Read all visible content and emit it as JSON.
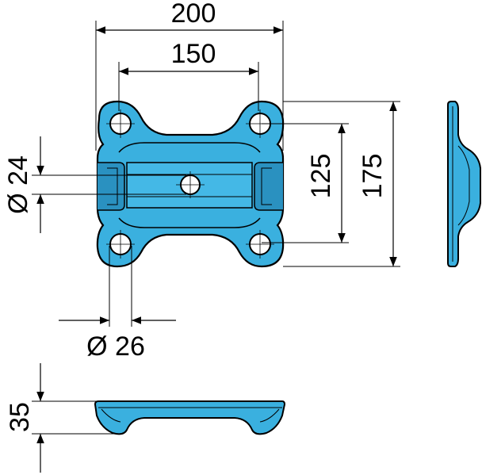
{
  "dimensions": {
    "overall_width": "200",
    "hole_spacing_x": "150",
    "hole_spacing_y": "125",
    "overall_height": "175",
    "center_hole_diameter": "Ø 24",
    "corner_hole_diameter": "Ø 26",
    "thickness": "35"
  },
  "colors": {
    "part_fill": "#3ab0df",
    "part_shade": "#2a91c0",
    "outline": "#000000"
  }
}
